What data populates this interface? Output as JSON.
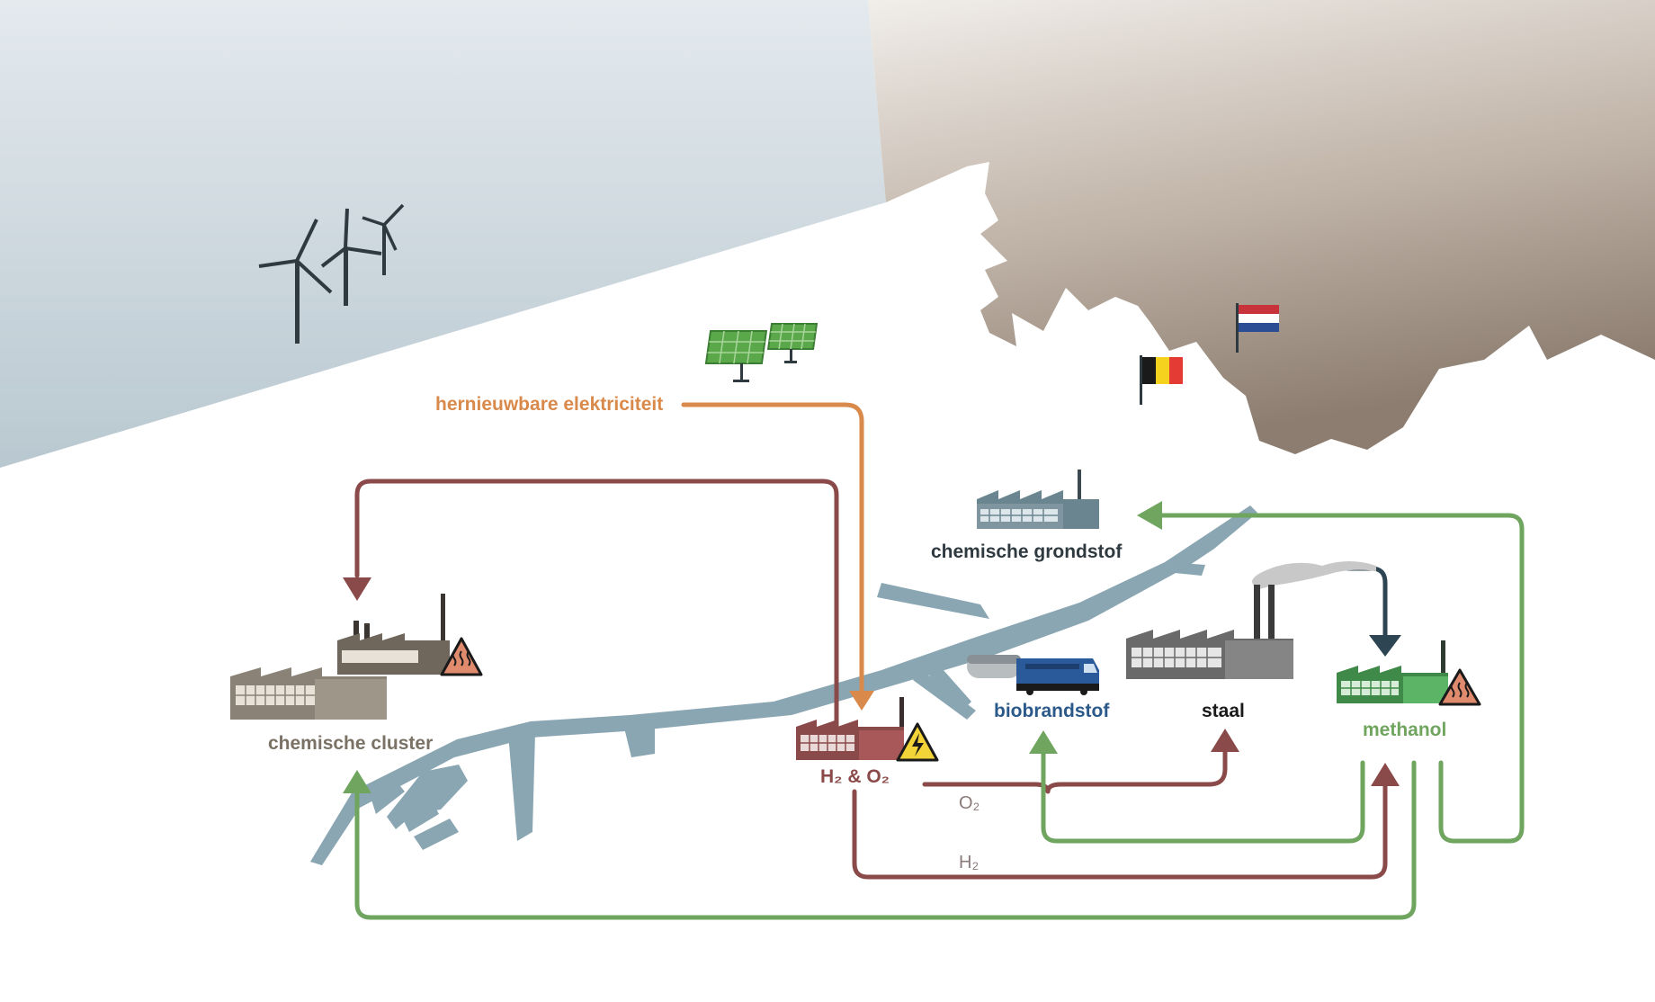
{
  "labels": {
    "renewable_electricity": "hernieuwbare elektriciteit",
    "chemical_feedstock": "chemische grondstof",
    "chemical_cluster": "chemische cluster",
    "biofuel": "biobrandstof",
    "steel": "staal",
    "methanol": "methanol",
    "electrolysis": "H₂ & O₂",
    "oxygen": "O₂",
    "hydrogen": "H₂"
  },
  "colors": {
    "electricity": "#d9894a",
    "hydrogen_oxygen": "#8b4a4a",
    "methanol": "#6fa55e",
    "co2": "#2e4653",
    "water": "#8aa6b2",
    "biofuel_text": "#2b5a8a",
    "cluster_text": "#7a7265",
    "label_dark": "#2f3a40"
  },
  "icons": [
    "wind-turbine-icon",
    "solar-panel-icon",
    "belgium-flag-icon",
    "netherlands-flag-icon",
    "factory-icon",
    "train-icon",
    "heat-warning-icon",
    "electricity-warning-icon"
  ]
}
